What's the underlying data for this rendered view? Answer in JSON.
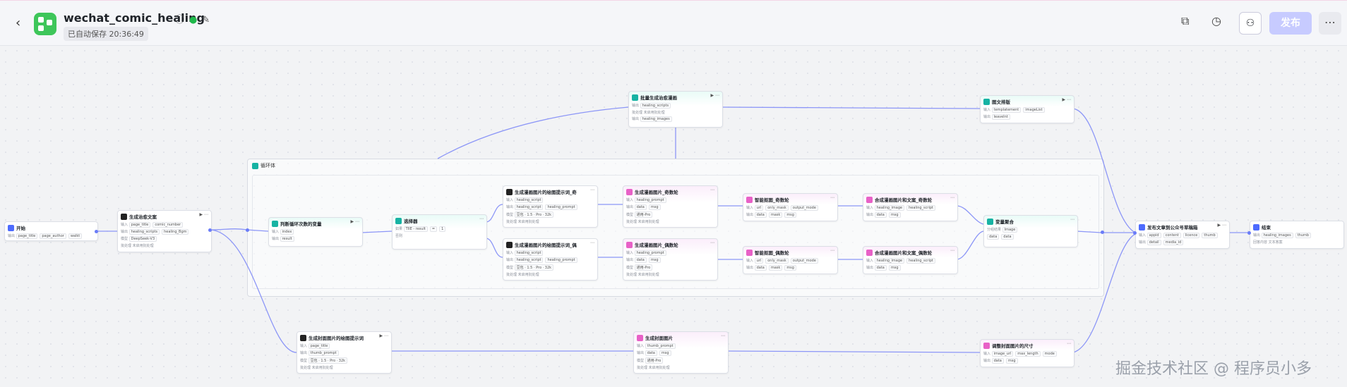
{
  "header": {
    "title": "wechat_comic_healing",
    "autosave": "已自动保存 20:36:49",
    "publish_label": "发布",
    "icons": [
      "back-arrow-icon",
      "app-icon",
      "info-icon",
      "check-circle-icon",
      "edit-icon",
      "copy-icon",
      "history-icon",
      "user-settings-icon",
      "more-icon"
    ],
    "colors": {
      "accent": "#4d6bfe",
      "publish_bg": "#c7cbff",
      "app_icon": "#3ec65a"
    }
  },
  "loop": {
    "label": "循环体"
  },
  "nodes": {
    "start": {
      "title": "开始",
      "r1_label": "输出",
      "r1_tags": [
        "page_title",
        "page_author",
        "walkt"
      ]
    },
    "gen_comic": {
      "title": "生成治愈文案",
      "r1_label": "输入",
      "r1_tags": [
        "page_title",
        "comic_number"
      ],
      "r2_label": "输出",
      "r2_tags": [
        "healing_scripts",
        "healing_Bgm"
      ],
      "r3_label": "模型",
      "r3_tags": [
        "DeepSeek-V3"
      ],
      "r4": "批处理  未启用批处理"
    },
    "loop_count": {
      "title": "判断循环次数的变量",
      "r1_label": "输入",
      "r1_tags": [
        "index"
      ],
      "r2_label": "输出",
      "r2_tags": [
        "result"
      ]
    },
    "selector": {
      "title": "选择器",
      "r1_label": "如果",
      "r1_tags": [
        "TIIE - result",
        "=",
        "1"
      ],
      "r2_label": "否则"
    },
    "batch_img": {
      "title": "批量生成治愈漫画",
      "r1_label": "输出",
      "r1_tags": [
        "healing_scripts"
      ],
      "r2_label": "批处理",
      "r2_text": "未启用批处理",
      "r3_label": "输出",
      "r3_tags": [
        "healing_images"
      ]
    },
    "cover_prompt": {
      "title": "生成封面图片的绘图提示词",
      "r1_label": "输入",
      "r1_tags": [
        "page_title"
      ],
      "r2_label": "输出",
      "r2_tags": [
        "thumb_prompt"
      ],
      "r3_label": "模型",
      "r3_tags": [
        "豆包 · 1.5 · Pro · 32k"
      ],
      "r4": "批处理  未启用批处理"
    },
    "prompt_a": {
      "title": "生成漫画图片的绘图提示词_奇",
      "r1_label": "输入",
      "r1_tags": [
        "healing_script"
      ],
      "r2_label": "输出",
      "r2_tags": [
        "healing_script",
        "healing_prompt"
      ],
      "r3_label": "模型",
      "r3_tags": [
        "豆包 · 1.5 · Pro · 32k"
      ],
      "r4": "批处理  未启用批处理"
    },
    "prompt_b": {
      "title": "生成漫画图片的绘图提示词_偶",
      "r1_label": "输入",
      "r1_tags": [
        "healing_script"
      ],
      "r2_label": "输出",
      "r2_tags": [
        "healing_script",
        "healing_prompt"
      ],
      "r3_label": "模型",
      "r3_tags": [
        "豆包 · 1.5 · Pro · 32k"
      ],
      "r4": "批处理  未启用批处理"
    },
    "img_a": {
      "title": "生成漫画图片_奇数轮",
      "r1_label": "输入",
      "r1_tags": [
        "healing_prompt"
      ],
      "r2_label": "输出",
      "r2_tags": [
        "data",
        "msg"
      ],
      "r3_label": "模型",
      "r3_tags": [
        "通用-Pro"
      ],
      "r4": "批处理  未启用批处理"
    },
    "img_b": {
      "title": "生成漫画图片_偶数轮",
      "r1_label": "输入",
      "r1_tags": [
        "healing_prompt"
      ],
      "r2_label": "输出",
      "r2_tags": [
        "data",
        "msg"
      ],
      "r3_label": "模型",
      "r3_tags": [
        "通用-Pro"
      ],
      "r4": "批处理  未启用批处理"
    },
    "crop_a": {
      "title": "智能抠图_奇数轮",
      "r1_label": "输入",
      "r1_tags": [
        "url",
        "only_mask",
        "output_mode"
      ],
      "r2_label": "输出",
      "r2_tags": [
        "data",
        "mask",
        "msg"
      ]
    },
    "crop_b": {
      "title": "智能抠图_偶数轮",
      "r1_label": "输入",
      "r1_tags": [
        "url",
        "only_mask",
        "output_mode"
      ],
      "r2_label": "输出",
      "r2_tags": [
        "data",
        "mask",
        "msg"
      ]
    },
    "merge_a": {
      "title": "合成漫画图片和文案_奇数轮",
      "r1_label": "输入",
      "r1_tags": [
        "healing_image",
        "healing_script"
      ],
      "r2_label": "输出",
      "r2_tags": [
        "data",
        "msg"
      ]
    },
    "merge_b": {
      "title": "合成漫画图片和文案_偶数轮",
      "r1_label": "输入",
      "r1_tags": [
        "healing_image",
        "healing_script"
      ],
      "r2_label": "输出",
      "r2_tags": [
        "data",
        "msg"
      ]
    },
    "var_merge": {
      "title": "变量聚合",
      "r1_label": "分组结果",
      "r1_tags": [
        "Image"
      ],
      "r2_label": "",
      "r2_tags": [
        "data",
        "data"
      ]
    },
    "cover_img": {
      "title": "生成封面图片",
      "r1_label": "输入",
      "r1_tags": [
        "thumb_prompt"
      ],
      "r2_label": "输出",
      "r2_tags": [
        "data",
        "msg"
      ],
      "r3_label": "模型",
      "r3_tags": [
        "通用-Pro"
      ],
      "r4": "批处理  未启用批处理"
    },
    "typeset": {
      "title": "图文排版",
      "r1_label": "输入",
      "r1_tags": [
        "templatement",
        "imageList"
      ],
      "r2_label": "输出",
      "r2_tags": [
        "leaveInt"
      ]
    },
    "resize": {
      "title": "调整封面图片的尺寸",
      "r1_label": "输入",
      "r1_tags": [
        "image_url",
        "max_length",
        "mode"
      ],
      "r2_label": "输出",
      "r2_tags": [
        "data",
        "msg"
      ]
    },
    "publish_node": {
      "title": "发布文章到公众号草稿箱",
      "r1_label": "输入",
      "r1_tags": [
        "appid",
        "content",
        "licence",
        "thumb"
      ],
      "r2_label": "输出",
      "r2_tags": [
        "detail",
        "media_id"
      ]
    },
    "end": {
      "title": "结束",
      "r1_label": "输出",
      "r1_tags": [
        "healing_images",
        "thumb"
      ],
      "r2_label": "回答内容",
      "r2_text": "文本答案"
    }
  },
  "watermark": "掘金技术社区 @ 程序员小多"
}
